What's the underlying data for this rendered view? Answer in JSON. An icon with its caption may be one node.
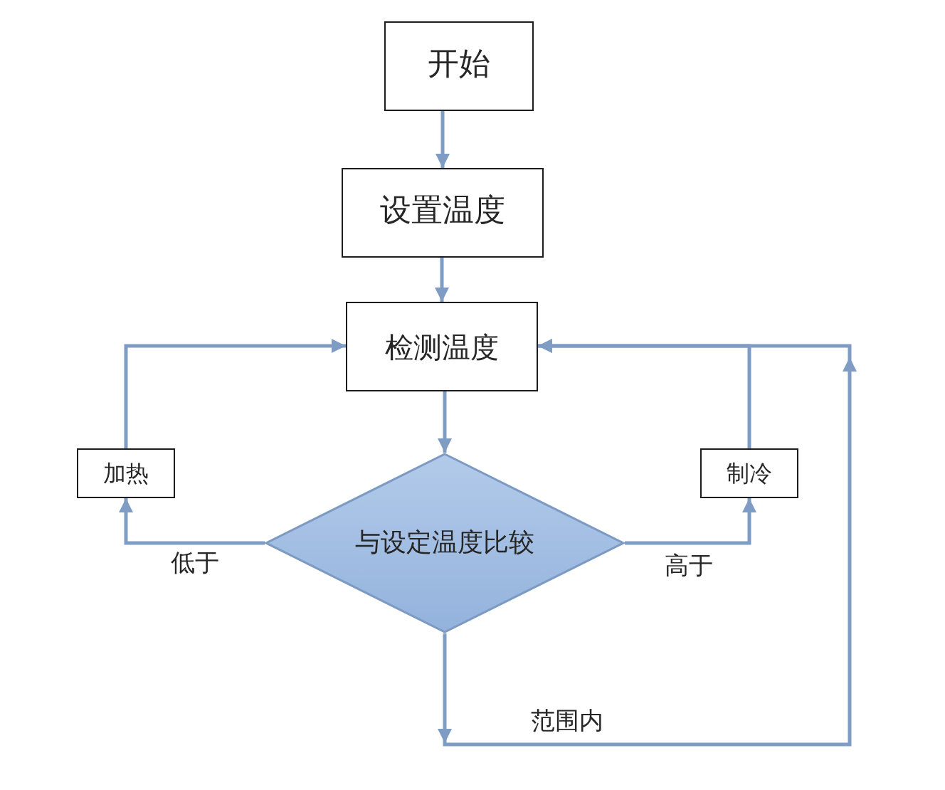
{
  "diagram": {
    "nodes": [
      {
        "text": [
          "开始"
        ]
      },
      {
        "text": [
          "设置温度"
        ]
      },
      {
        "text": [
          "检测温度"
        ]
      },
      {
        "text": [
          "加热"
        ]
      },
      {
        "text": [
          "制冷"
        ]
      },
      {
        "text": [
          "与设定温度比较"
        ]
      }
    ],
    "edges": [
      {
        "from": 0,
        "to": 1,
        "arrow": "to"
      },
      {
        "from": 1,
        "to": 2,
        "arrow": "to"
      },
      {
        "from": 2,
        "to": 5,
        "arrow": "to"
      },
      {
        "from": 3,
        "to": 2,
        "arrow": "to"
      },
      {
        "from": 4,
        "to": 2,
        "arrow": "to"
      },
      {
        "from": 5,
        "to": 3,
        "arrow": "to",
        "label": "低于"
      },
      {
        "from": 5,
        "to": 4,
        "arrow": "to",
        "label": "高于"
      },
      {
        "from": 5,
        "to": 2,
        "arrow": "to",
        "label": "范围内"
      }
    ]
  }
}
